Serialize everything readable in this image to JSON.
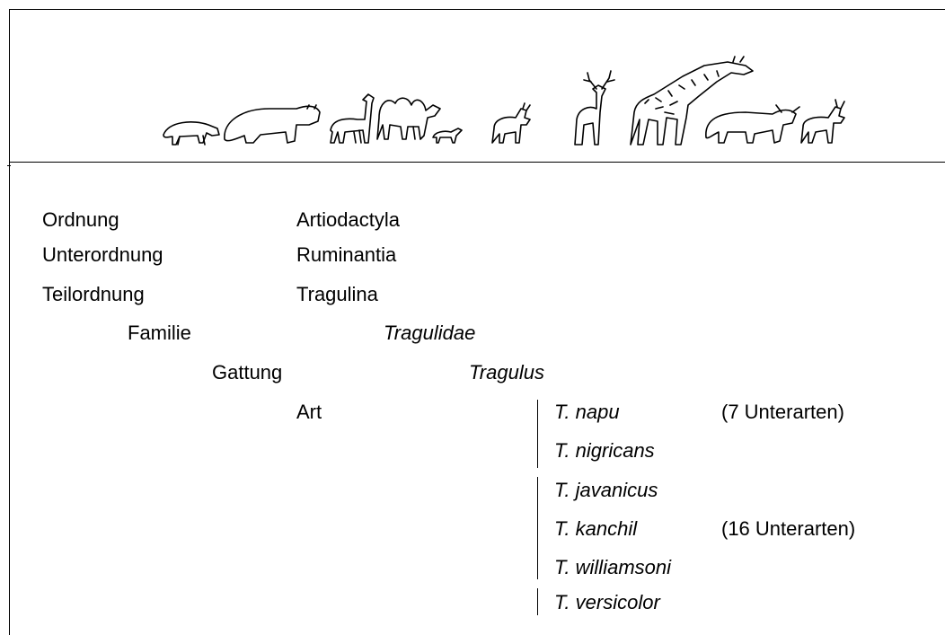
{
  "taxonomy": {
    "rows": [
      {
        "rank": "Ordnung",
        "taxon": "Artiodactyla"
      },
      {
        "rank": "Unterordnung",
        "taxon": "Ruminantia"
      },
      {
        "rank": "Teilordnung",
        "taxon": "Tragulina"
      },
      {
        "rank": "Familie",
        "taxon": "Tragulidae"
      },
      {
        "rank": "Gattung",
        "taxon": "Tragulus"
      },
      {
        "rank": "Art",
        "taxon": ""
      }
    ],
    "species": [
      {
        "name": "T. napu",
        "note": "(7 Unterarten)"
      },
      {
        "name": "T. nigricans",
        "note": ""
      },
      {
        "name": "T. javanicus",
        "note": ""
      },
      {
        "name": "T. kanchil",
        "note": "(16 Unterarten)"
      },
      {
        "name": "T. williamsoni",
        "note": ""
      },
      {
        "name": "T. versicolor",
        "note": ""
      }
    ]
  },
  "banner": {
    "animals": [
      "pig",
      "hippopotamus",
      "llama",
      "camel",
      "chevrotain",
      "small-antelope",
      "deer",
      "giraffe",
      "buffalo",
      "roe-deer"
    ]
  }
}
